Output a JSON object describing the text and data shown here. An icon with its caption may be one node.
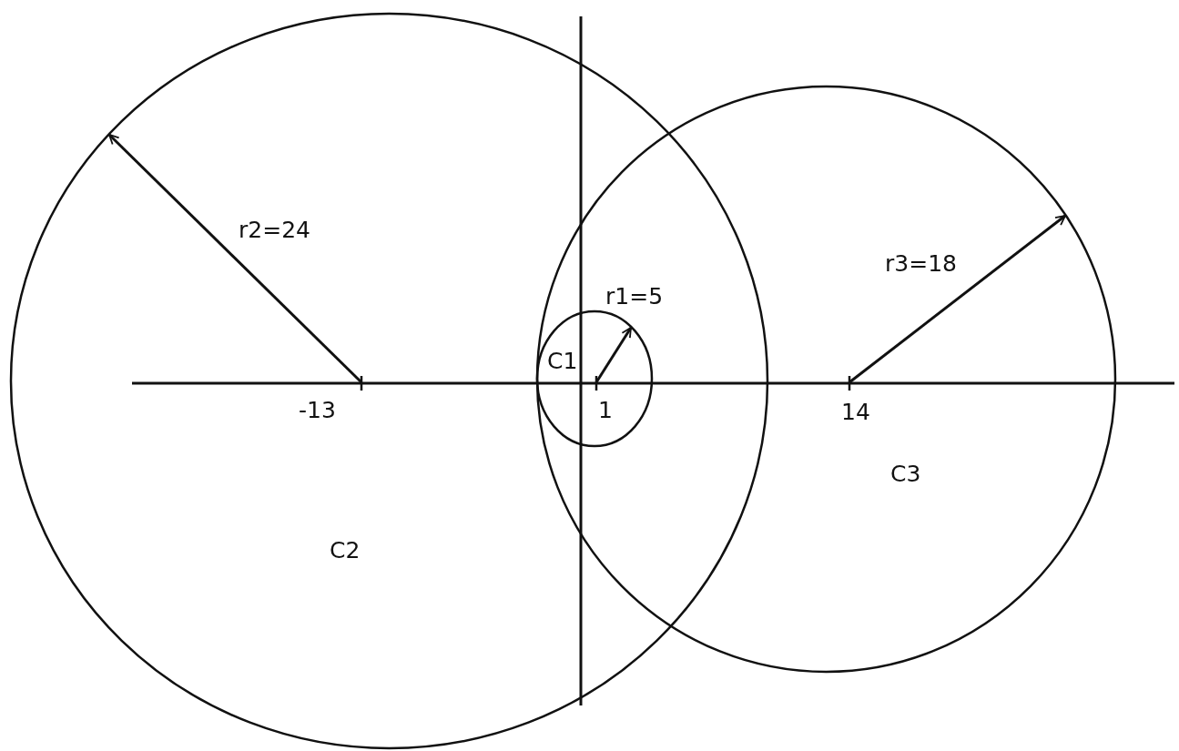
{
  "diagram": {
    "labels": [
      "r2=24",
      "r3=18",
      "r1=5",
      "C1",
      "-13",
      "1",
      "14",
      "C3",
      "C2"
    ]
  }
}
